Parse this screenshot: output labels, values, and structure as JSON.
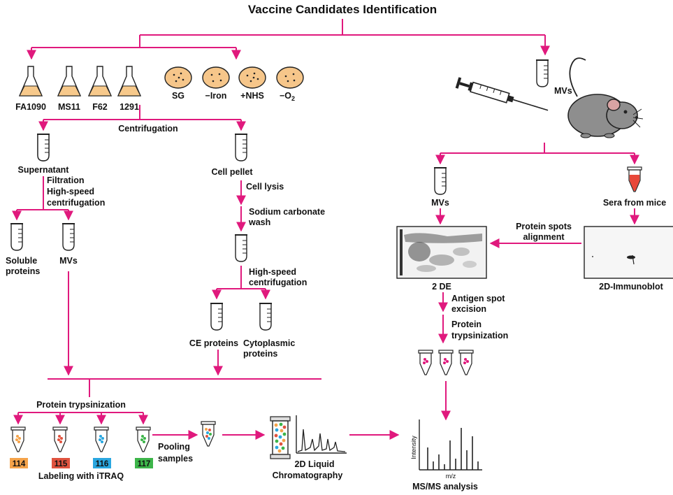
{
  "title": "Vaccine Candidates Identification",
  "strains": [
    "FA1090",
    "MS11",
    "F62",
    "1291"
  ],
  "conditions": [
    "SG",
    "−Iron",
    "+NHS",
    "−O"
  ],
  "o2_subscript": "2",
  "steps": {
    "centrifugation": "Centrifugation",
    "supernatant": "Supernatant",
    "filtration": "Filtration",
    "high_speed_centrifugation_1": "High-speed",
    "high_speed_centrifugation_2": "centrifugation",
    "soluble_proteins_1": "Soluble",
    "soluble_proteins_2": "proteins",
    "mvs": "MVs",
    "cell_pellet": "Cell pellet",
    "cell_lysis": "Cell lysis",
    "sodium_carbonate_1": "Sodium carbonate",
    "sodium_carbonate_2": "wash",
    "high_speed_2a": "High-speed",
    "high_speed_2b": "centrifugation",
    "ce_proteins": "CE proteins",
    "cytoplasmic_1": "Cytoplasmic",
    "cytoplasmic_2": "proteins",
    "protein_trypsinization": "Protein trypsinization",
    "labeling": "Labeling with iTRAQ",
    "pooling_1": "Pooling",
    "pooling_2": "samples",
    "lc_1": "2D Liquid",
    "lc_2": "Chromatography",
    "ms_analysis": "MS/MS analysis",
    "mvs_mouse": "MVs",
    "mvs_right": "MVs",
    "sera": "Sera from mice",
    "spots_align_1": "Protein spots",
    "spots_align_2": "alignment",
    "two_de": "2 DE",
    "immunoblot": "2D-Immunoblot",
    "antigen_1": "Antigen spot",
    "antigen_2": "excision",
    "trypsin_1": "Protein",
    "trypsin_2": "trypsinization"
  },
  "itraq_tags": [
    {
      "label": "114",
      "color": "#f5a34a"
    },
    {
      "label": "115",
      "color": "#e0533f"
    },
    {
      "label": "116",
      "color": "#2aa7e0"
    },
    {
      "label": "117",
      "color": "#3db54a"
    }
  ],
  "ms_axes": {
    "y": "Intensity",
    "x": "m/z"
  },
  "colors": {
    "arrow": "#e0197d",
    "flask_fill": "#f7c98b",
    "plate_fill": "#f6c68a",
    "pellet_blue": "#5ab4e0",
    "sera_red": "#e8483a",
    "mouse_gray": "#8e8e8e"
  }
}
